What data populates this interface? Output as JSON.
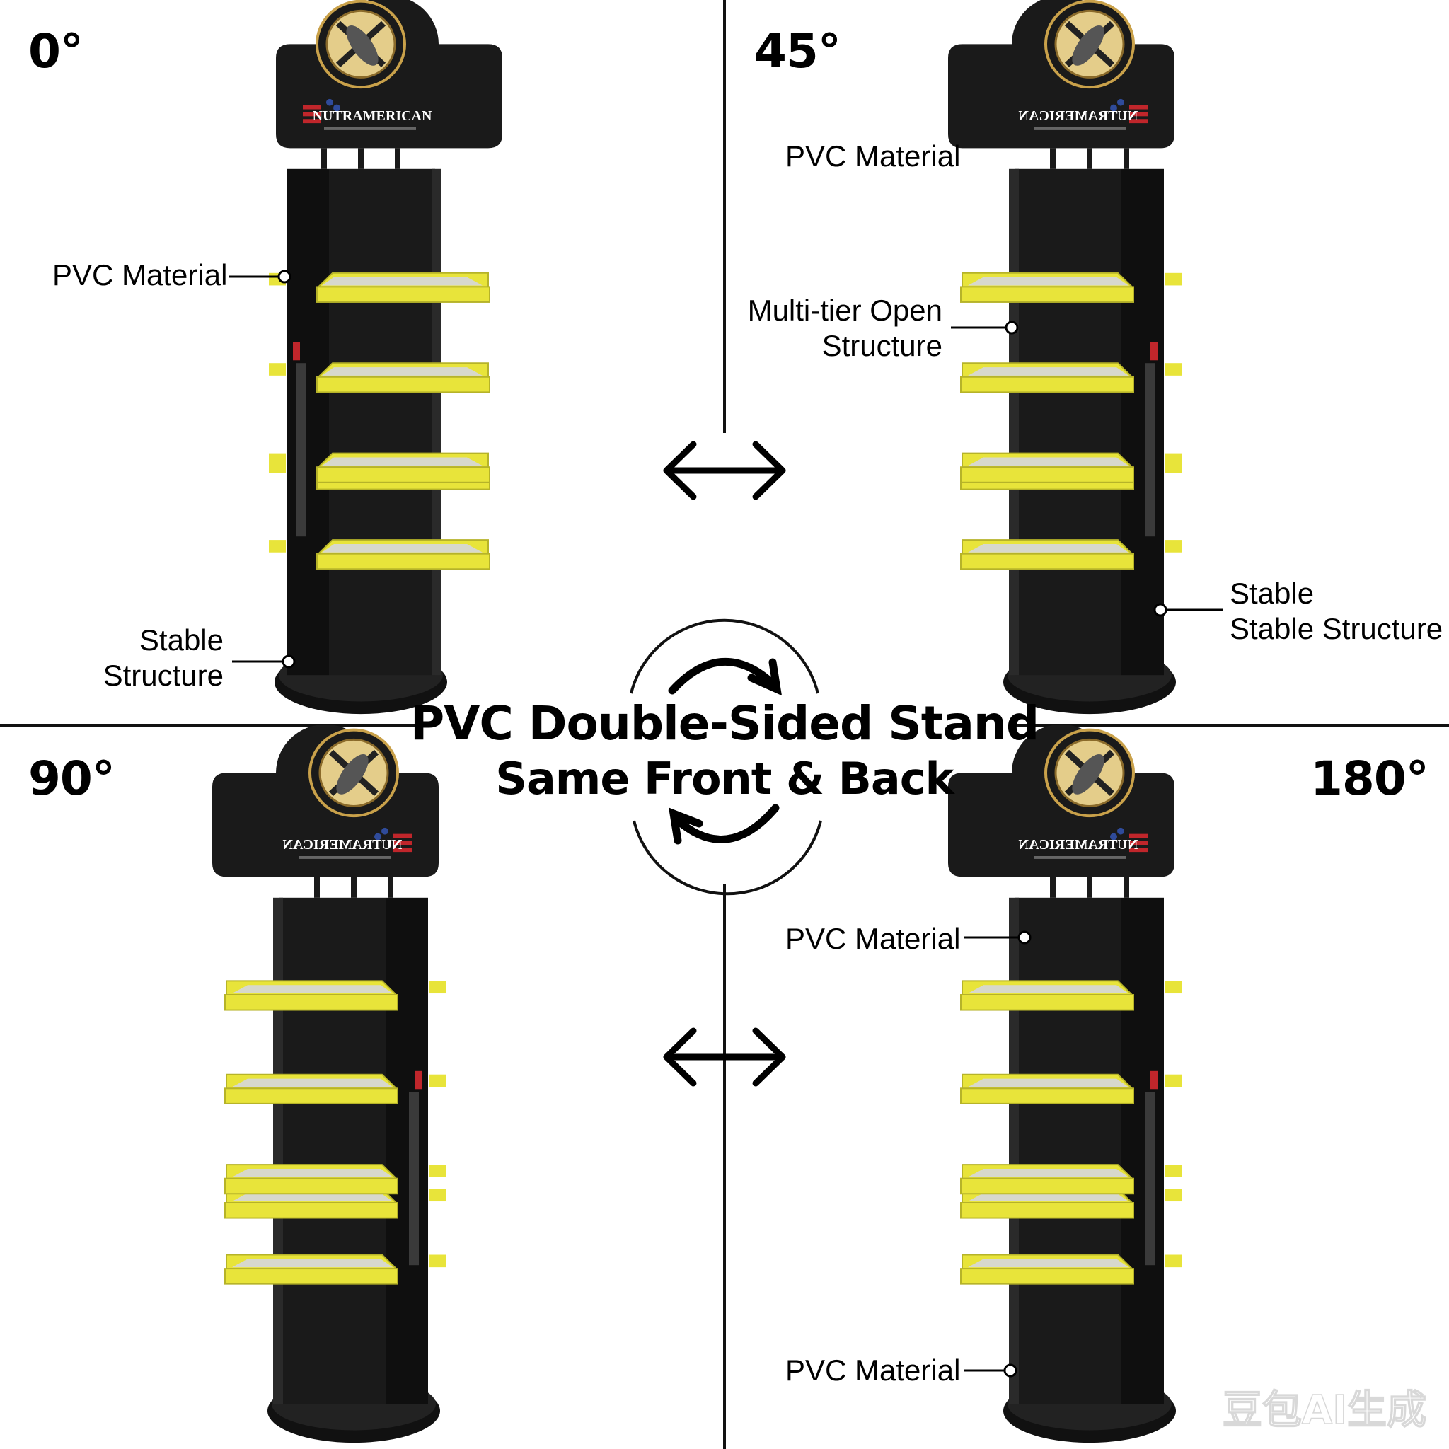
{
  "angles": {
    "top_left": "0°",
    "top_right": "45°",
    "bottom_left": "90°",
    "bottom_right": "180°"
  },
  "labels": {
    "q1_pvc": "PVC Material",
    "q1_stable_line1": "Stable",
    "q1_stable_line2": "Structure",
    "q2_pvc": "PVC Material",
    "q2_multi_line1": "Multi-tier Open",
    "q2_multi_line2": "Structure",
    "q2_stable_line1": "Stable",
    "q2_stable_line2": "Stable Structure",
    "q4_pvc_top": "PVC Material",
    "q4_pvc_bottom": "PVC Material"
  },
  "title": {
    "line1": "PVC Double-Sided Stand",
    "line2": "Same Front & Back"
  },
  "brand": {
    "name": "NUTRAMERICAN"
  },
  "watermark": "豆包AI生成",
  "colors": {
    "stand_body": "#1a1a1a",
    "shelf_yellow": "#e8e43a",
    "shelf_inner": "#d7d8cc",
    "logo_gold": "#c9a14a",
    "flag_red": "#c0262b",
    "flag_blue": "#2f4b9a"
  }
}
